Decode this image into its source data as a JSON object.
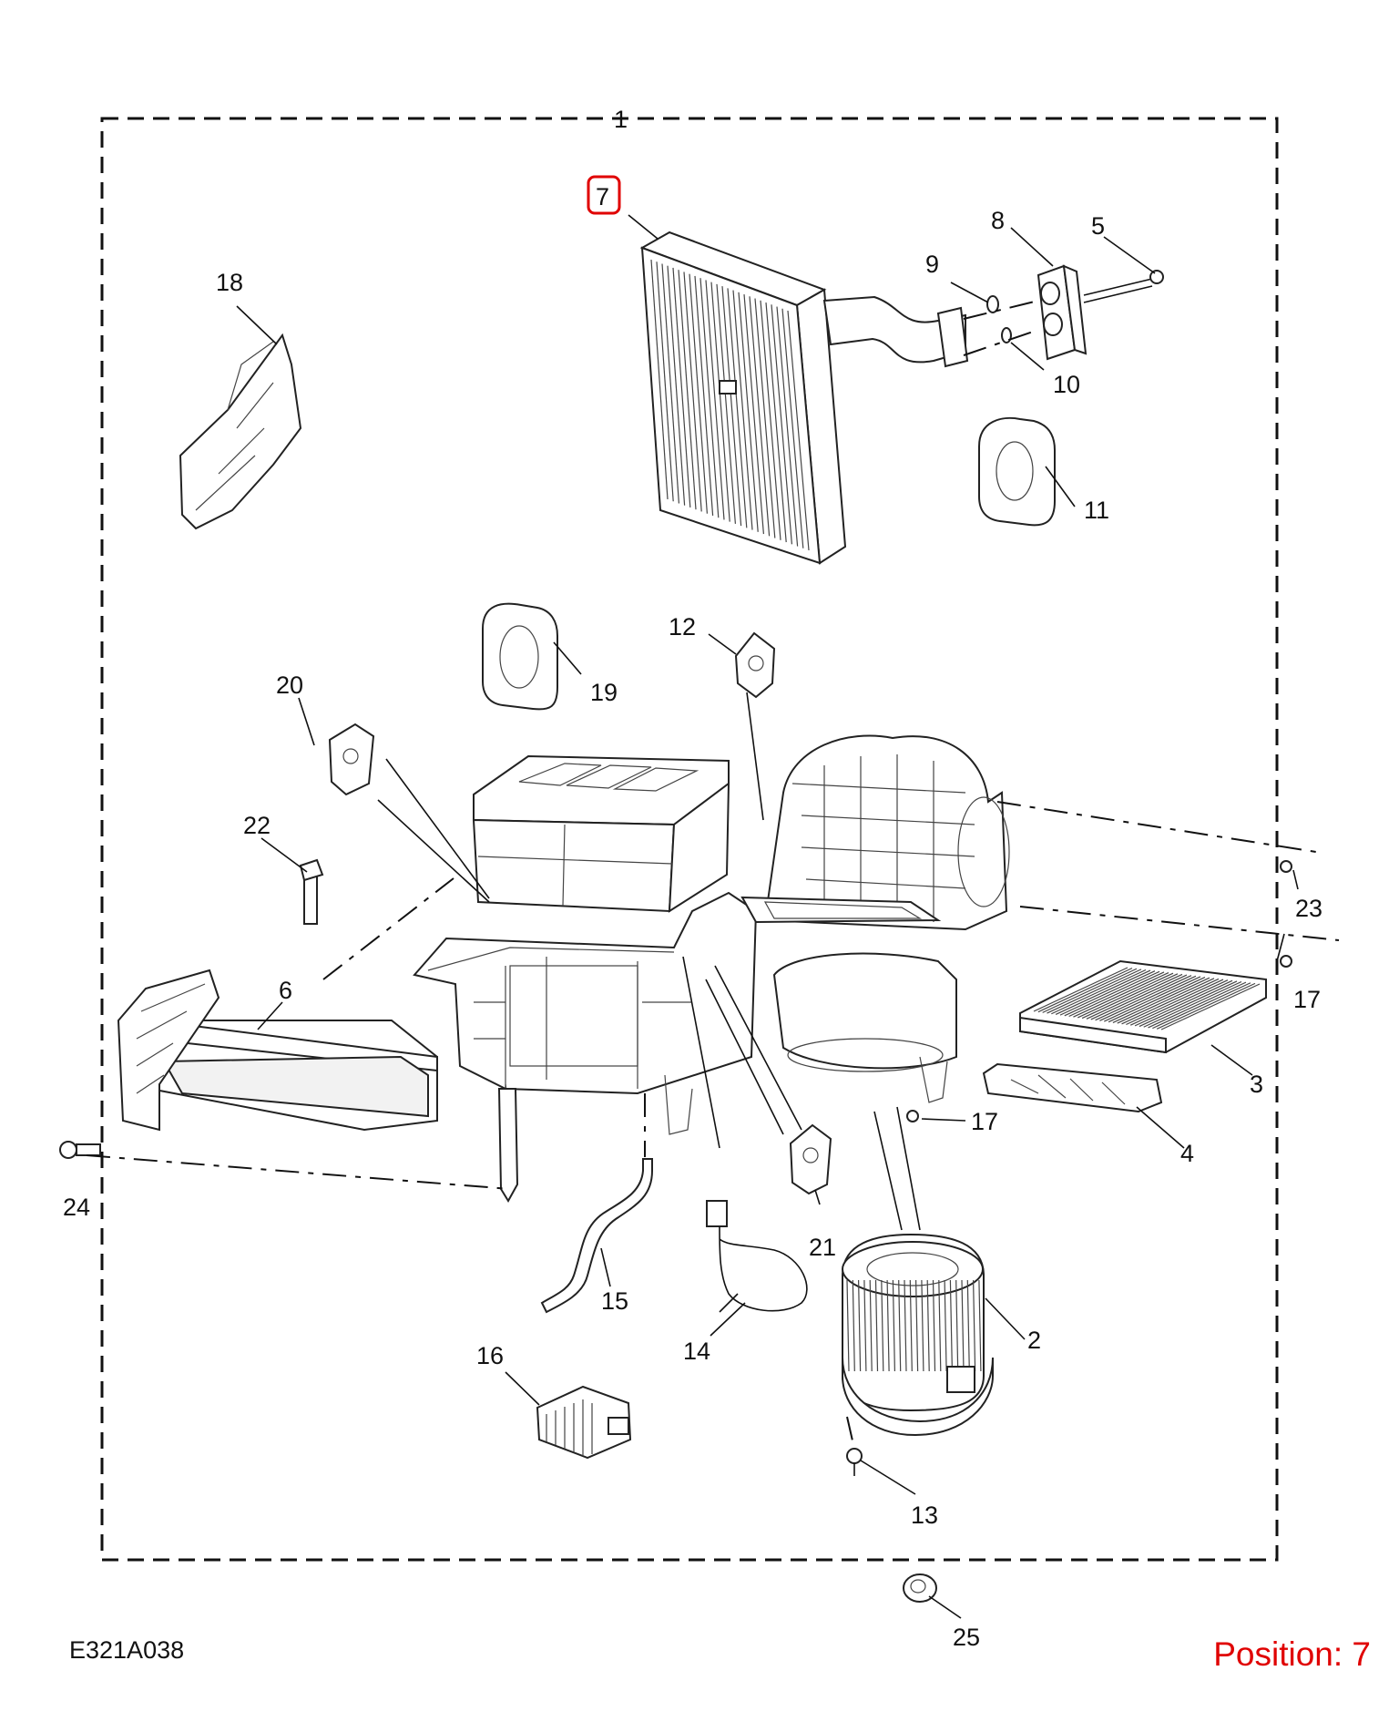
{
  "diagram": {
    "code": "E321A038",
    "position_label": "Position: 7",
    "highlight_color": "#e00000",
    "highlighted_part": "7",
    "callouts": [
      "1",
      "2",
      "3",
      "4",
      "5",
      "6",
      "7",
      "8",
      "9",
      "10",
      "11",
      "12",
      "13",
      "14",
      "15",
      "16",
      "17",
      "17",
      "18",
      "19",
      "20",
      "21",
      "22",
      "23",
      "24",
      "25"
    ]
  }
}
